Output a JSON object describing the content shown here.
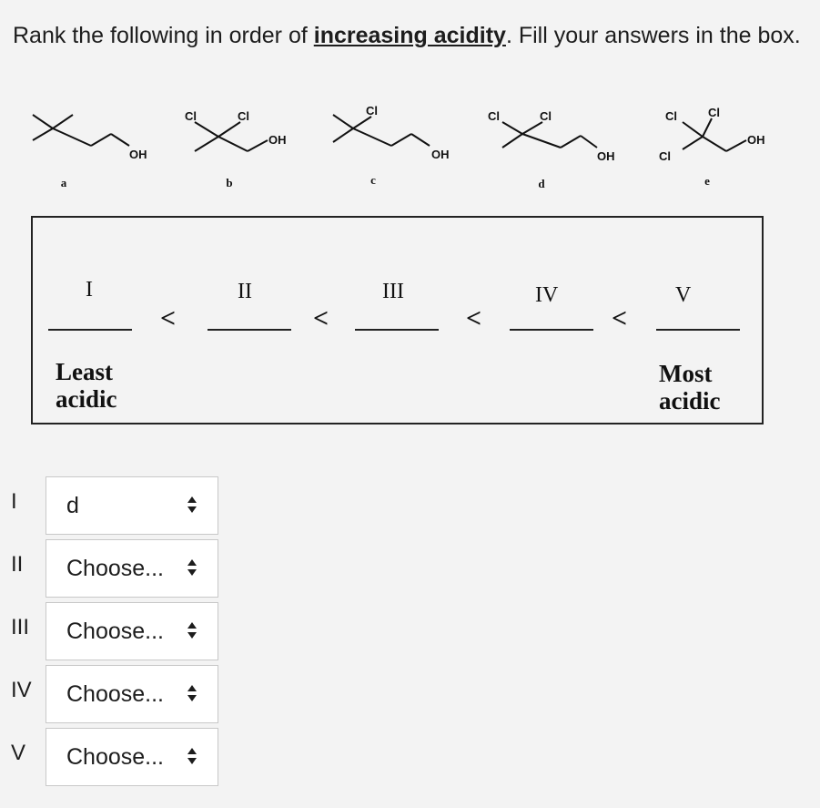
{
  "question": {
    "prefix": "Rank the following in order of ",
    "emphasis": "increasing acidity",
    "suffix": ".  Fill your answers in the box."
  },
  "molecules": [
    {
      "letter": "a",
      "labels": [
        "OH"
      ]
    },
    {
      "letter": "b",
      "labels": [
        "Cl",
        "Cl",
        "OH"
      ]
    },
    {
      "letter": "c",
      "labels": [
        "Cl",
        "OH"
      ]
    },
    {
      "letter": "d",
      "labels": [
        "Cl",
        "Cl",
        "OH"
      ]
    },
    {
      "letter": "e",
      "labels": [
        "Cl",
        "Cl",
        "Cl",
        "OH"
      ]
    }
  ],
  "ranking": {
    "positions": [
      "I",
      "II",
      "III",
      "IV",
      "V"
    ],
    "separator": "<",
    "least_line1": "Least",
    "least_line2": "acidic",
    "most_line1": "Most",
    "most_line2": "acidic"
  },
  "answers": [
    {
      "label": "I",
      "value": "d"
    },
    {
      "label": "II",
      "value": "Choose..."
    },
    {
      "label": "III",
      "value": "Choose..."
    },
    {
      "label": "IV",
      "value": "Choose..."
    },
    {
      "label": "V",
      "value": "Choose..."
    }
  ],
  "select_arrow_icon": "up-down-arrows-icon"
}
